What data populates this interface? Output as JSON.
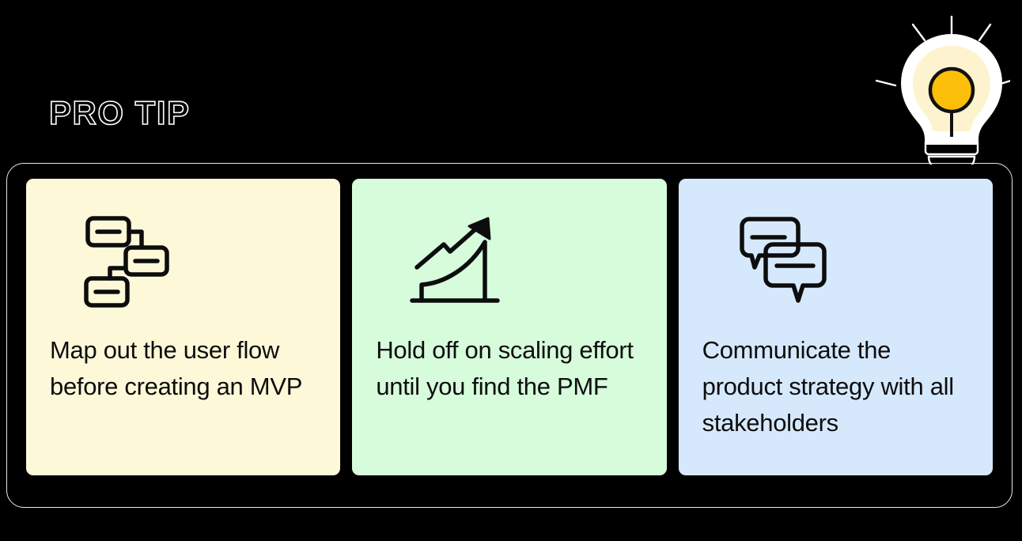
{
  "theme": {
    "background": "#000000",
    "container_border": "#e8e8e8",
    "heading_stroke": "#ffffff",
    "card_text_color": "#0d0d0d",
    "icon_stroke": "#000000",
    "bulb_glass": "#ffffff",
    "bulb_glow": "#fdf3ce",
    "bulb_filament": "#fcbf09"
  },
  "header": {
    "title": "PRO TIP",
    "icon": "lightbulb-icon"
  },
  "cards": [
    {
      "id": "user-flow",
      "icon": "sitemap-flowchart-icon",
      "text": "Map out the user flow before creating an MVP",
      "bg_color": "#fdf8d8"
    },
    {
      "id": "scaling",
      "icon": "growth-chart-arrow-icon",
      "text": "Hold off on scaling effort until you find the PMF",
      "bg_color": "#d6fcdc"
    },
    {
      "id": "communication",
      "icon": "speech-bubbles-icon",
      "text": "Communicate the product strategy with all stakeholders",
      "bg_color": "#d6e8fc"
    }
  ]
}
